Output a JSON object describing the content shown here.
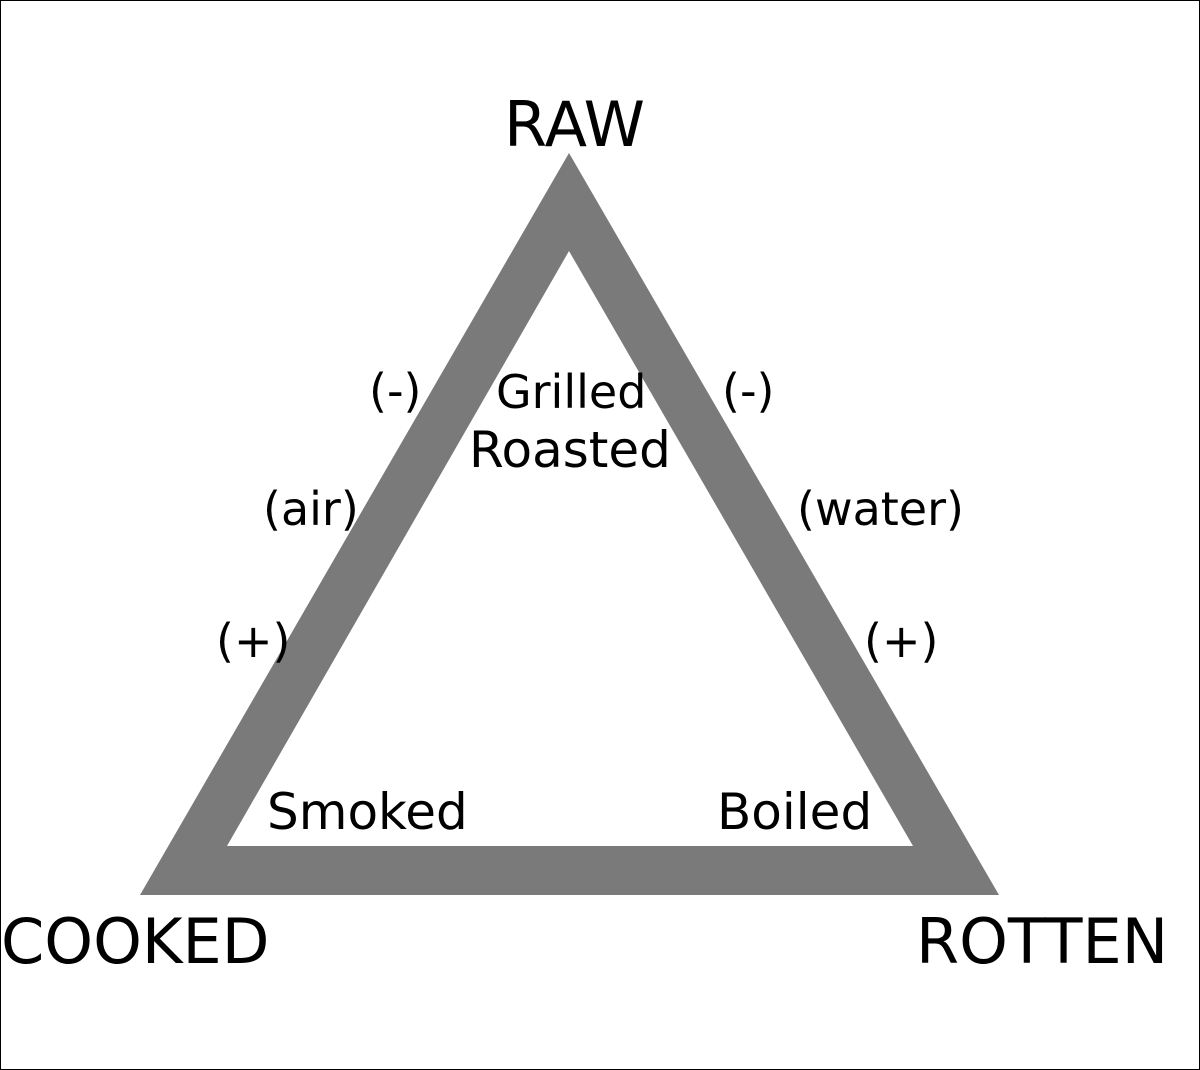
{
  "diagram": {
    "stroke_color": "#7a7a7a",
    "vertices": {
      "top": "RAW",
      "bottom_left": "COOKED",
      "bottom_right": "ROTTEN"
    },
    "left_side": {
      "minus": "(-)",
      "medium": "(air)",
      "plus": "(+)"
    },
    "right_side": {
      "minus": "(-)",
      "medium": "(water)",
      "plus": "(+)"
    },
    "methods": {
      "grilled": "Grilled",
      "roasted": "Roasted",
      "smoked": "Smoked",
      "boiled": "Boiled"
    }
  }
}
